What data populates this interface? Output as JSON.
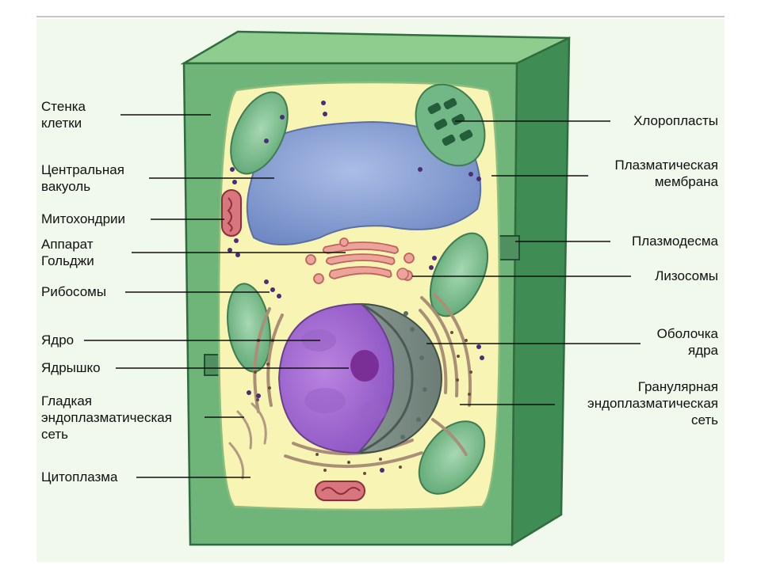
{
  "labels": {
    "cell_wall": [
      "Стенка",
      "клетки"
    ],
    "central_vacuole": [
      "Центральная",
      "вакуоль"
    ],
    "mitochondria": [
      "Митохондрии"
    ],
    "golgi": [
      "Аппарат",
      "Гольджи"
    ],
    "ribosomes": [
      "Рибосомы"
    ],
    "nucleus": [
      "Ядро"
    ],
    "nucleolus": [
      "Ядрышко"
    ],
    "smooth_er": [
      "Гладкая",
      "эндоплазматическая",
      "сеть"
    ],
    "cytoplasm": [
      "Цитоплазма"
    ],
    "chloroplasts": [
      "Хлоропласты"
    ],
    "plasma_membrane": [
      "Плазматическая",
      "мембрана"
    ],
    "plasmodesma": [
      "Плазмодесма"
    ],
    "lysosomes": [
      "Лизосомы"
    ],
    "nuclear_envelope": [
      "Оболочка",
      "ядра"
    ],
    "rough_er": [
      "Гранулярная",
      "эндоплазматическая",
      "сеть"
    ]
  },
  "colors": {
    "wall": "#6fb57a",
    "wall_dark": "#3e8a54",
    "cytoplasm": "#f8f4b4",
    "vacuole": "#7f98cf",
    "nucleus": "#a46ad0",
    "chloroplast": "#72b886",
    "mitochondrion": "#d9767d",
    "golgi": "#eba39a",
    "ribosome": "#4a2c7a",
    "er": "#a88f76"
  }
}
